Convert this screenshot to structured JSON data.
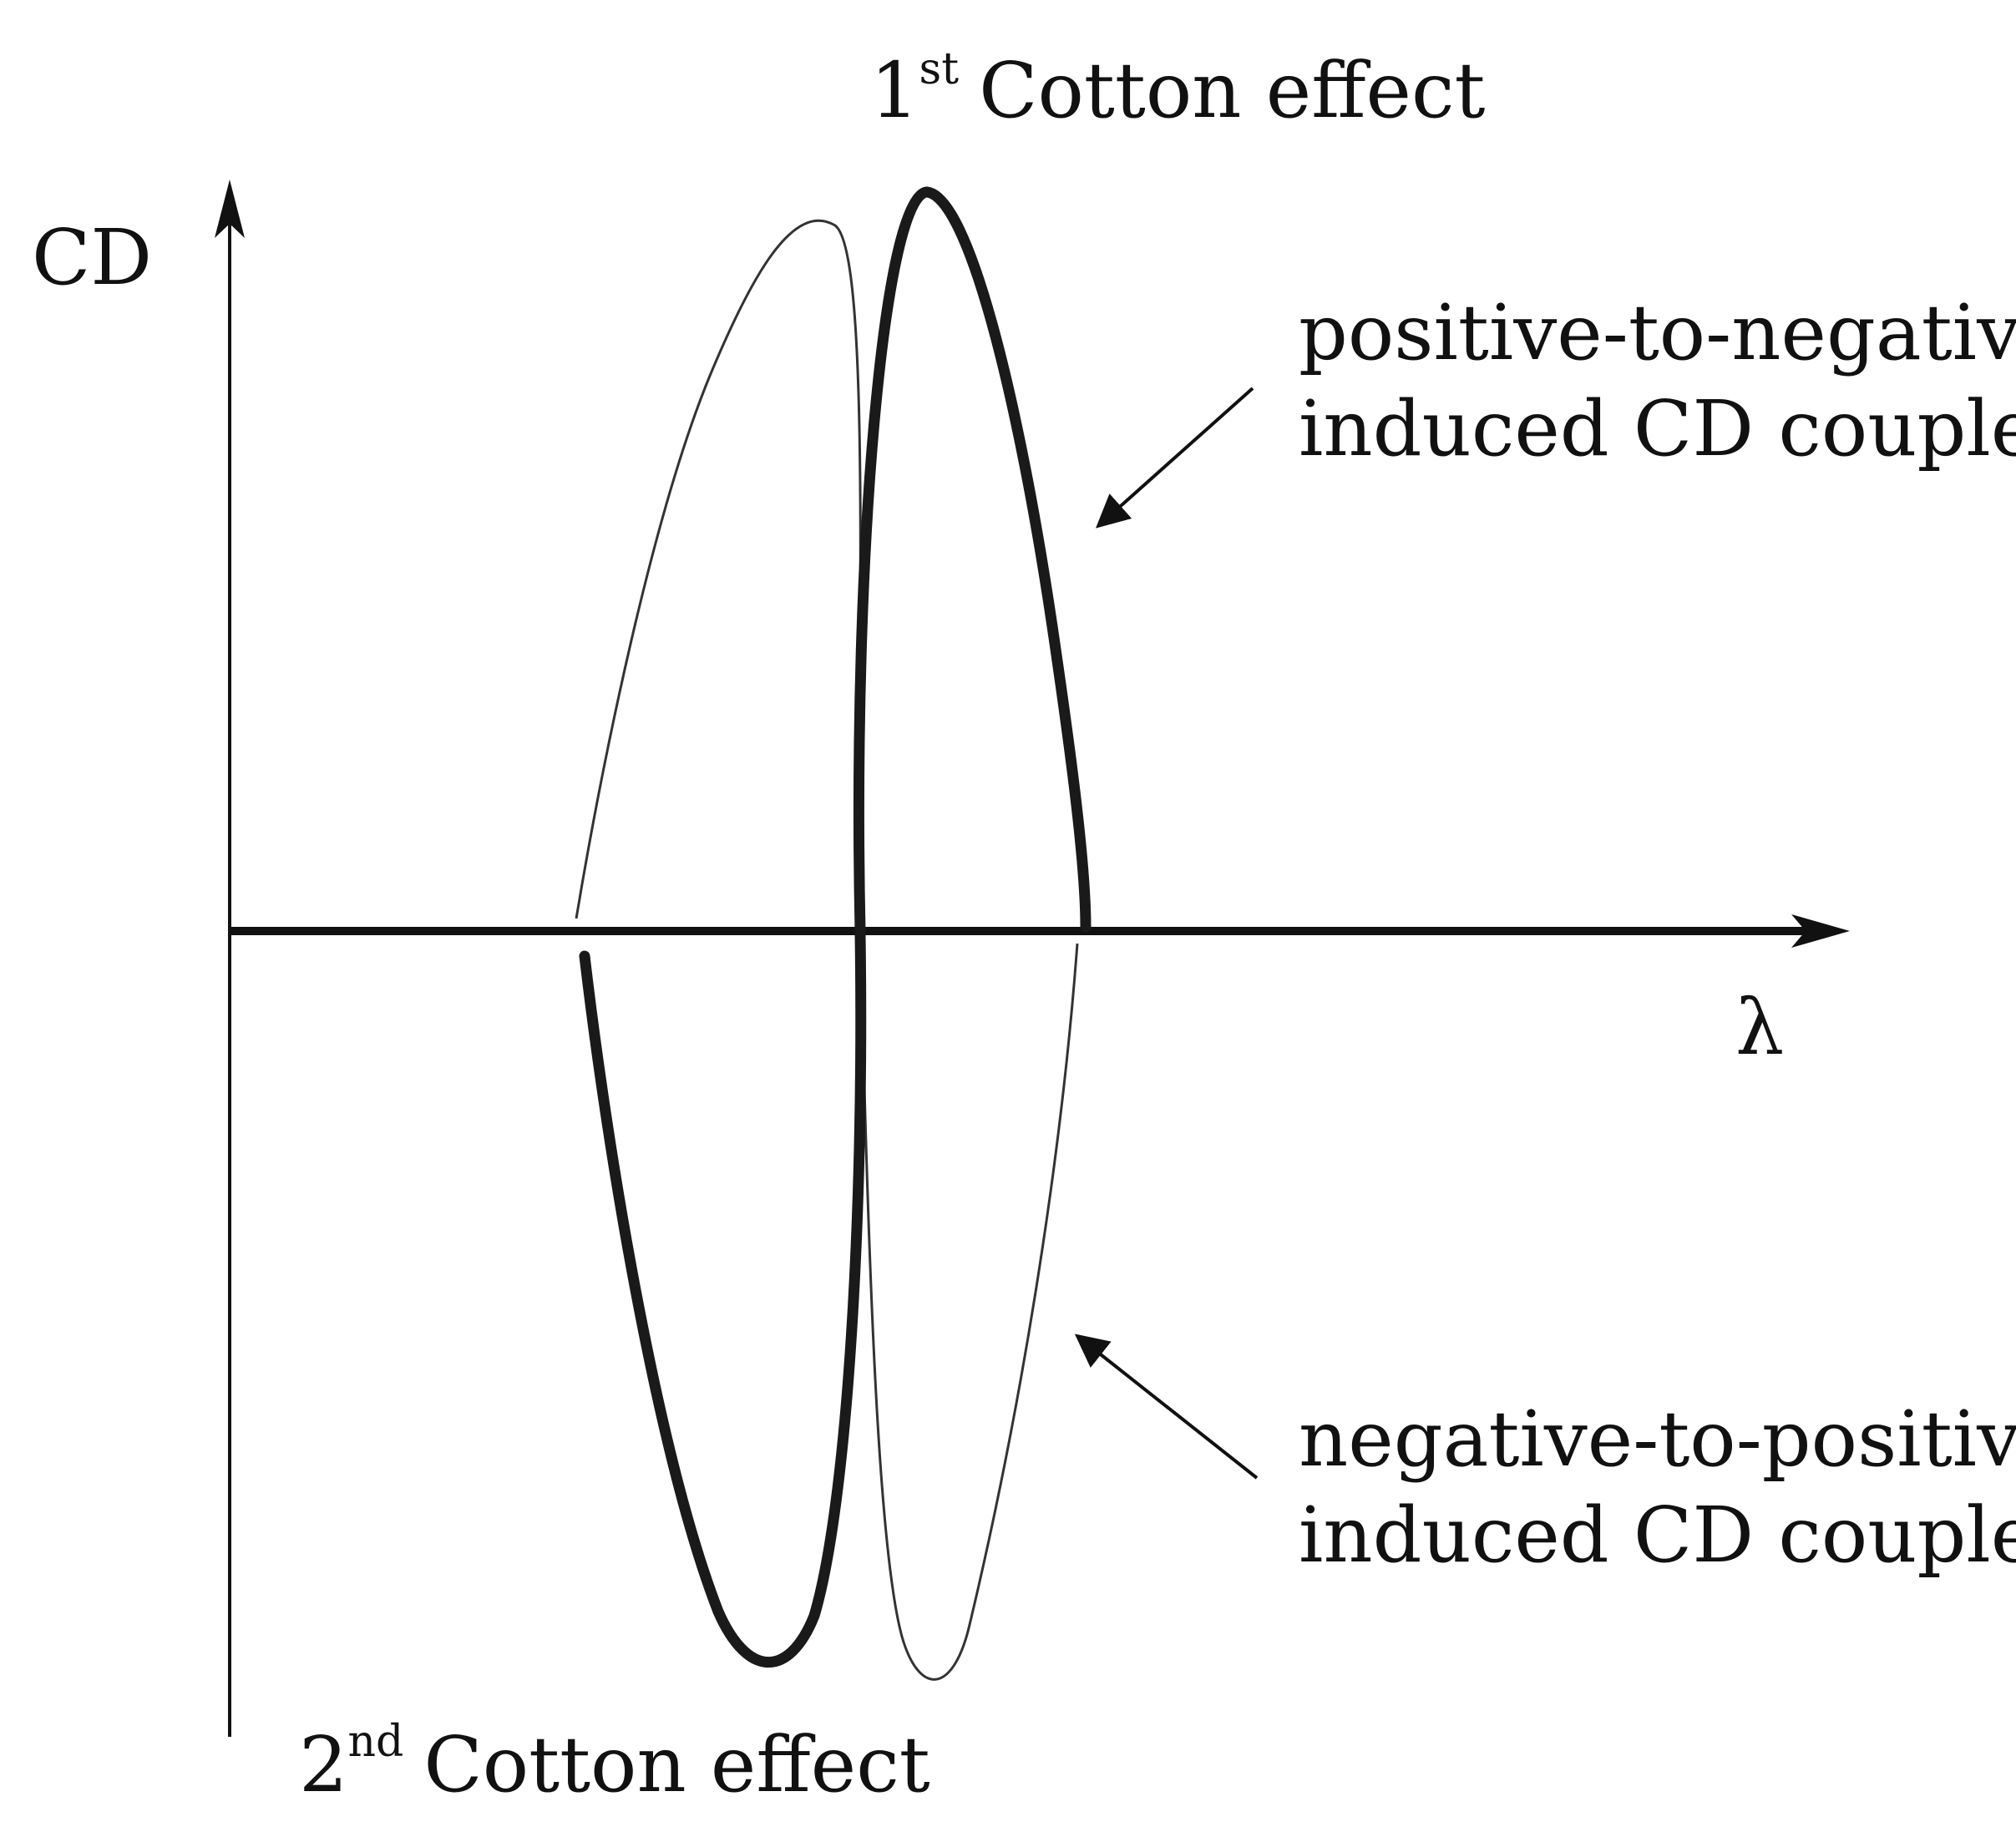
{
  "figure": {
    "y_axis_label": "CD",
    "x_axis_label": "λ",
    "first_cotton": {
      "number": "1",
      "ordinal": "st",
      "text": "Cotton effect"
    },
    "second_cotton": {
      "number": "2",
      "ordinal": "nd",
      "text": "Cotton effect"
    },
    "positive_couplet": {
      "line1": "positive-to-negative",
      "line2": "induced CD couplet"
    },
    "negative_couplet": {
      "line1": "negative-to-positive",
      "line2": "induced CD couplet"
    },
    "colors": {
      "ink": "#111111",
      "thick_curve": "#1a1a1a",
      "thin_curve": "#333333"
    }
  }
}
